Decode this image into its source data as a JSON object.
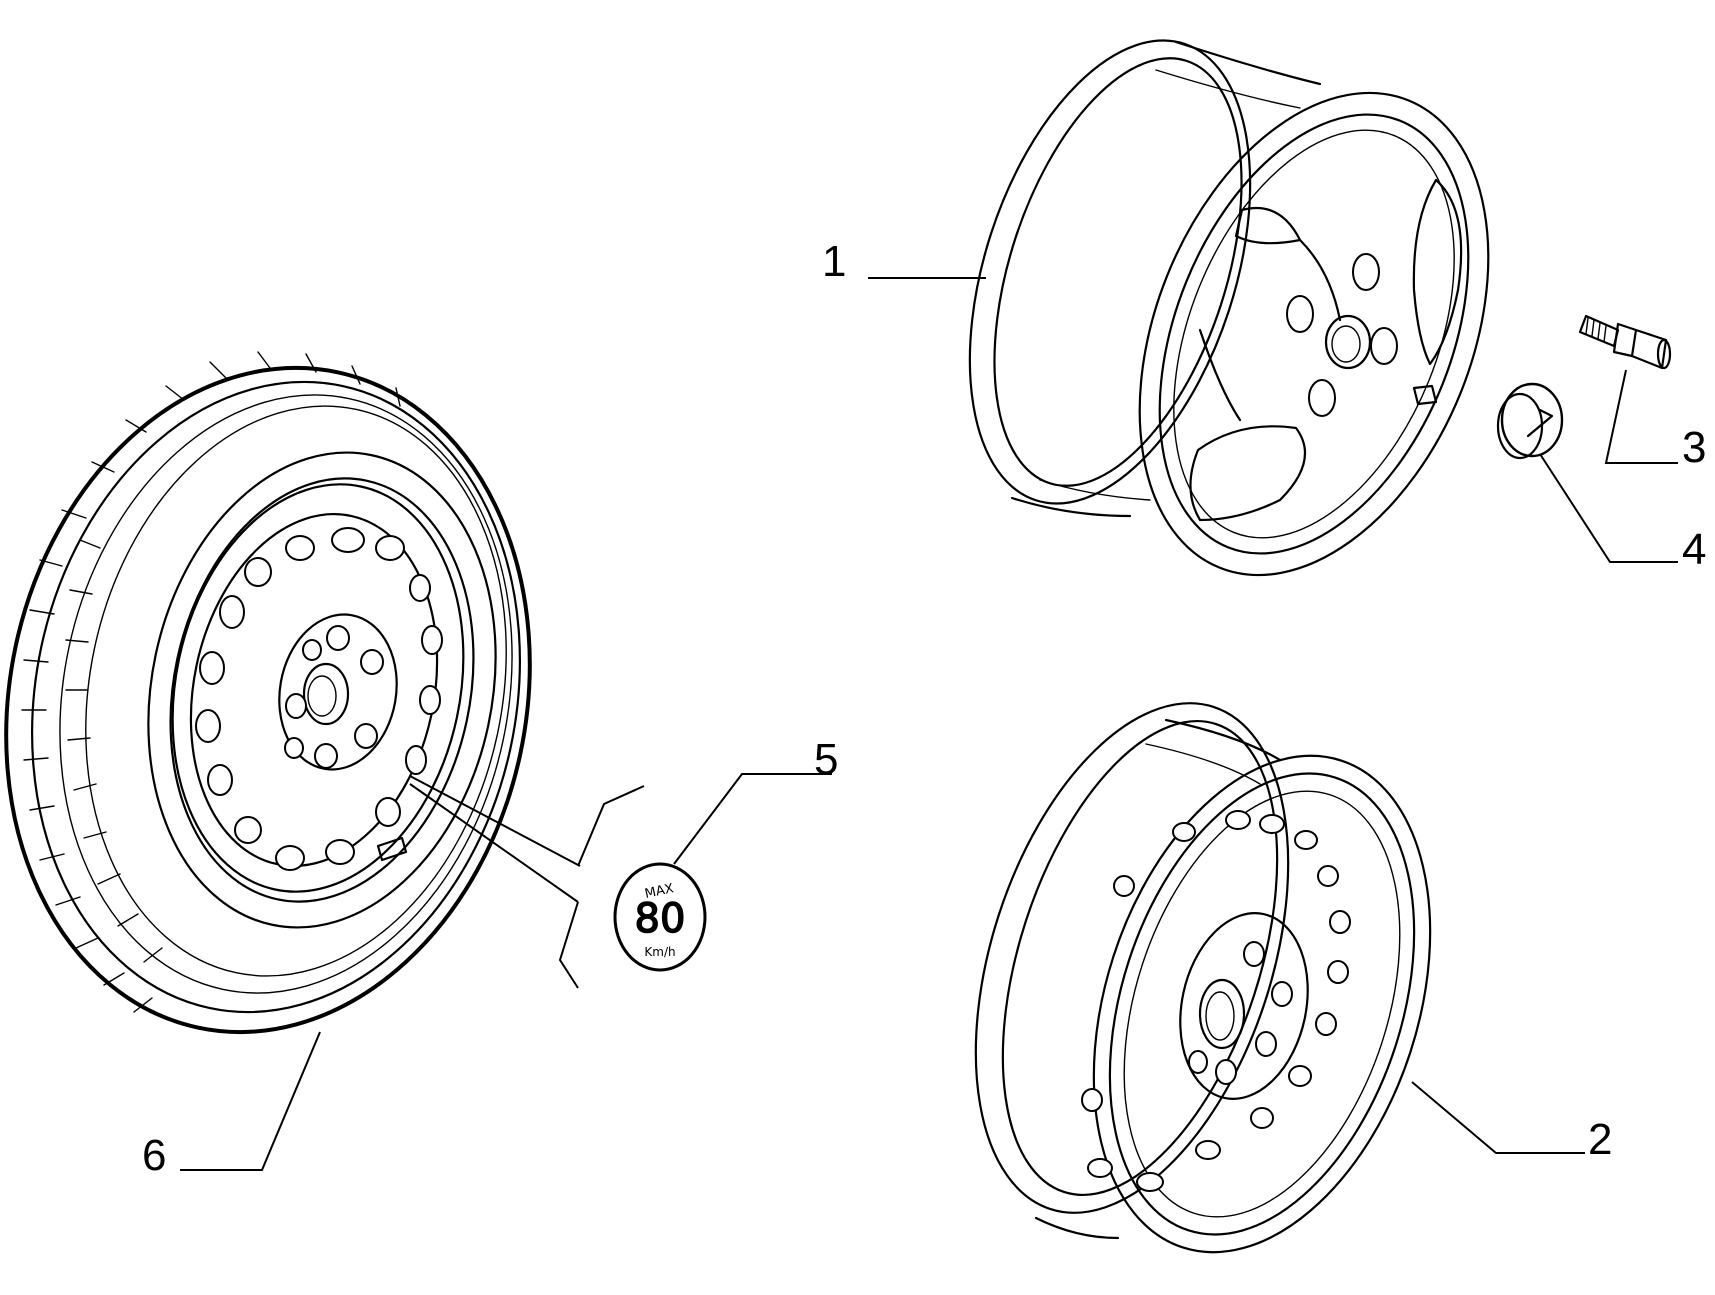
{
  "callouts": {
    "p1": "1",
    "p2": "2",
    "p3": "3",
    "p4": "4",
    "p5": "5",
    "p6": "6"
  },
  "badge": {
    "max": "MAX",
    "speed": "80",
    "unit": "Km/h"
  },
  "icons": {
    "alloy_wheel": "alloy-wheel-icon",
    "steel_wheel": "steel-wheel-icon",
    "wheel_bolt": "wheel-bolt-icon",
    "hub_cap": "hub-cap-icon",
    "speed_label": "speed-limit-label-icon",
    "spare_wheel": "spare-wheel-icon"
  }
}
